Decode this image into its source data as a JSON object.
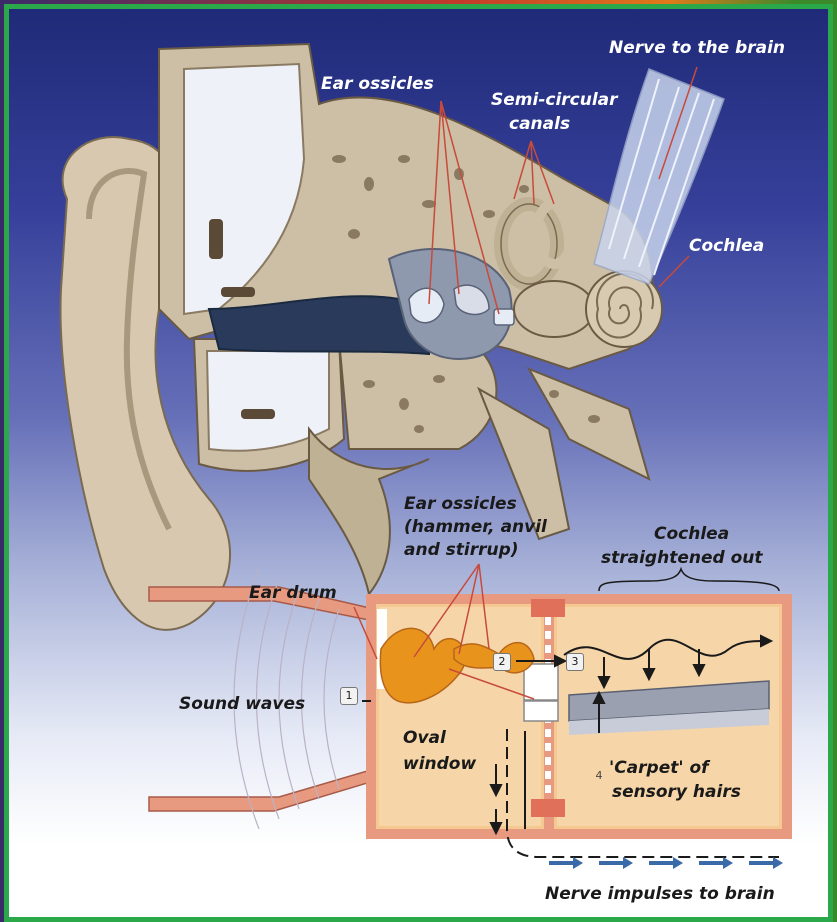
{
  "labels": {
    "nerve_to_brain": "Nerve to the brain",
    "ear_ossicles_top": "Ear ossicles",
    "semicircular_canals_line1": "Semi-circular",
    "semicircular_canals_line2": "canals",
    "cochlea_top": "Cochlea",
    "ear_ossicles_detail_line1": "Ear ossicles",
    "ear_ossicles_detail_line2": "(hammer, anvil",
    "ear_ossicles_detail_line3": "and stirrup)",
    "cochlea_straightened_line1": "Cochlea",
    "cochlea_straightened_line2": "straightened out",
    "ear_drum": "Ear drum",
    "sound_waves": "Sound waves",
    "oval_window_line1": "Oval",
    "oval_window_line2": "window",
    "carpet_line1": "'Carpet' of",
    "carpet_line2": "sensory hairs",
    "nerve_impulses": "Nerve impulses to brain"
  },
  "step_markers": [
    "1",
    "2",
    "3",
    "4"
  ],
  "colors": {
    "border": "#2aa84a",
    "bone": "#cdbfa6",
    "bone_dark": "#8a7a62",
    "skin": "#d8c8b0",
    "tube_pink": "#e89a80",
    "fluid_orange": "#f4c890",
    "ossicle_orange": "#e8941c",
    "pointer_line": "#c84a3a"
  }
}
